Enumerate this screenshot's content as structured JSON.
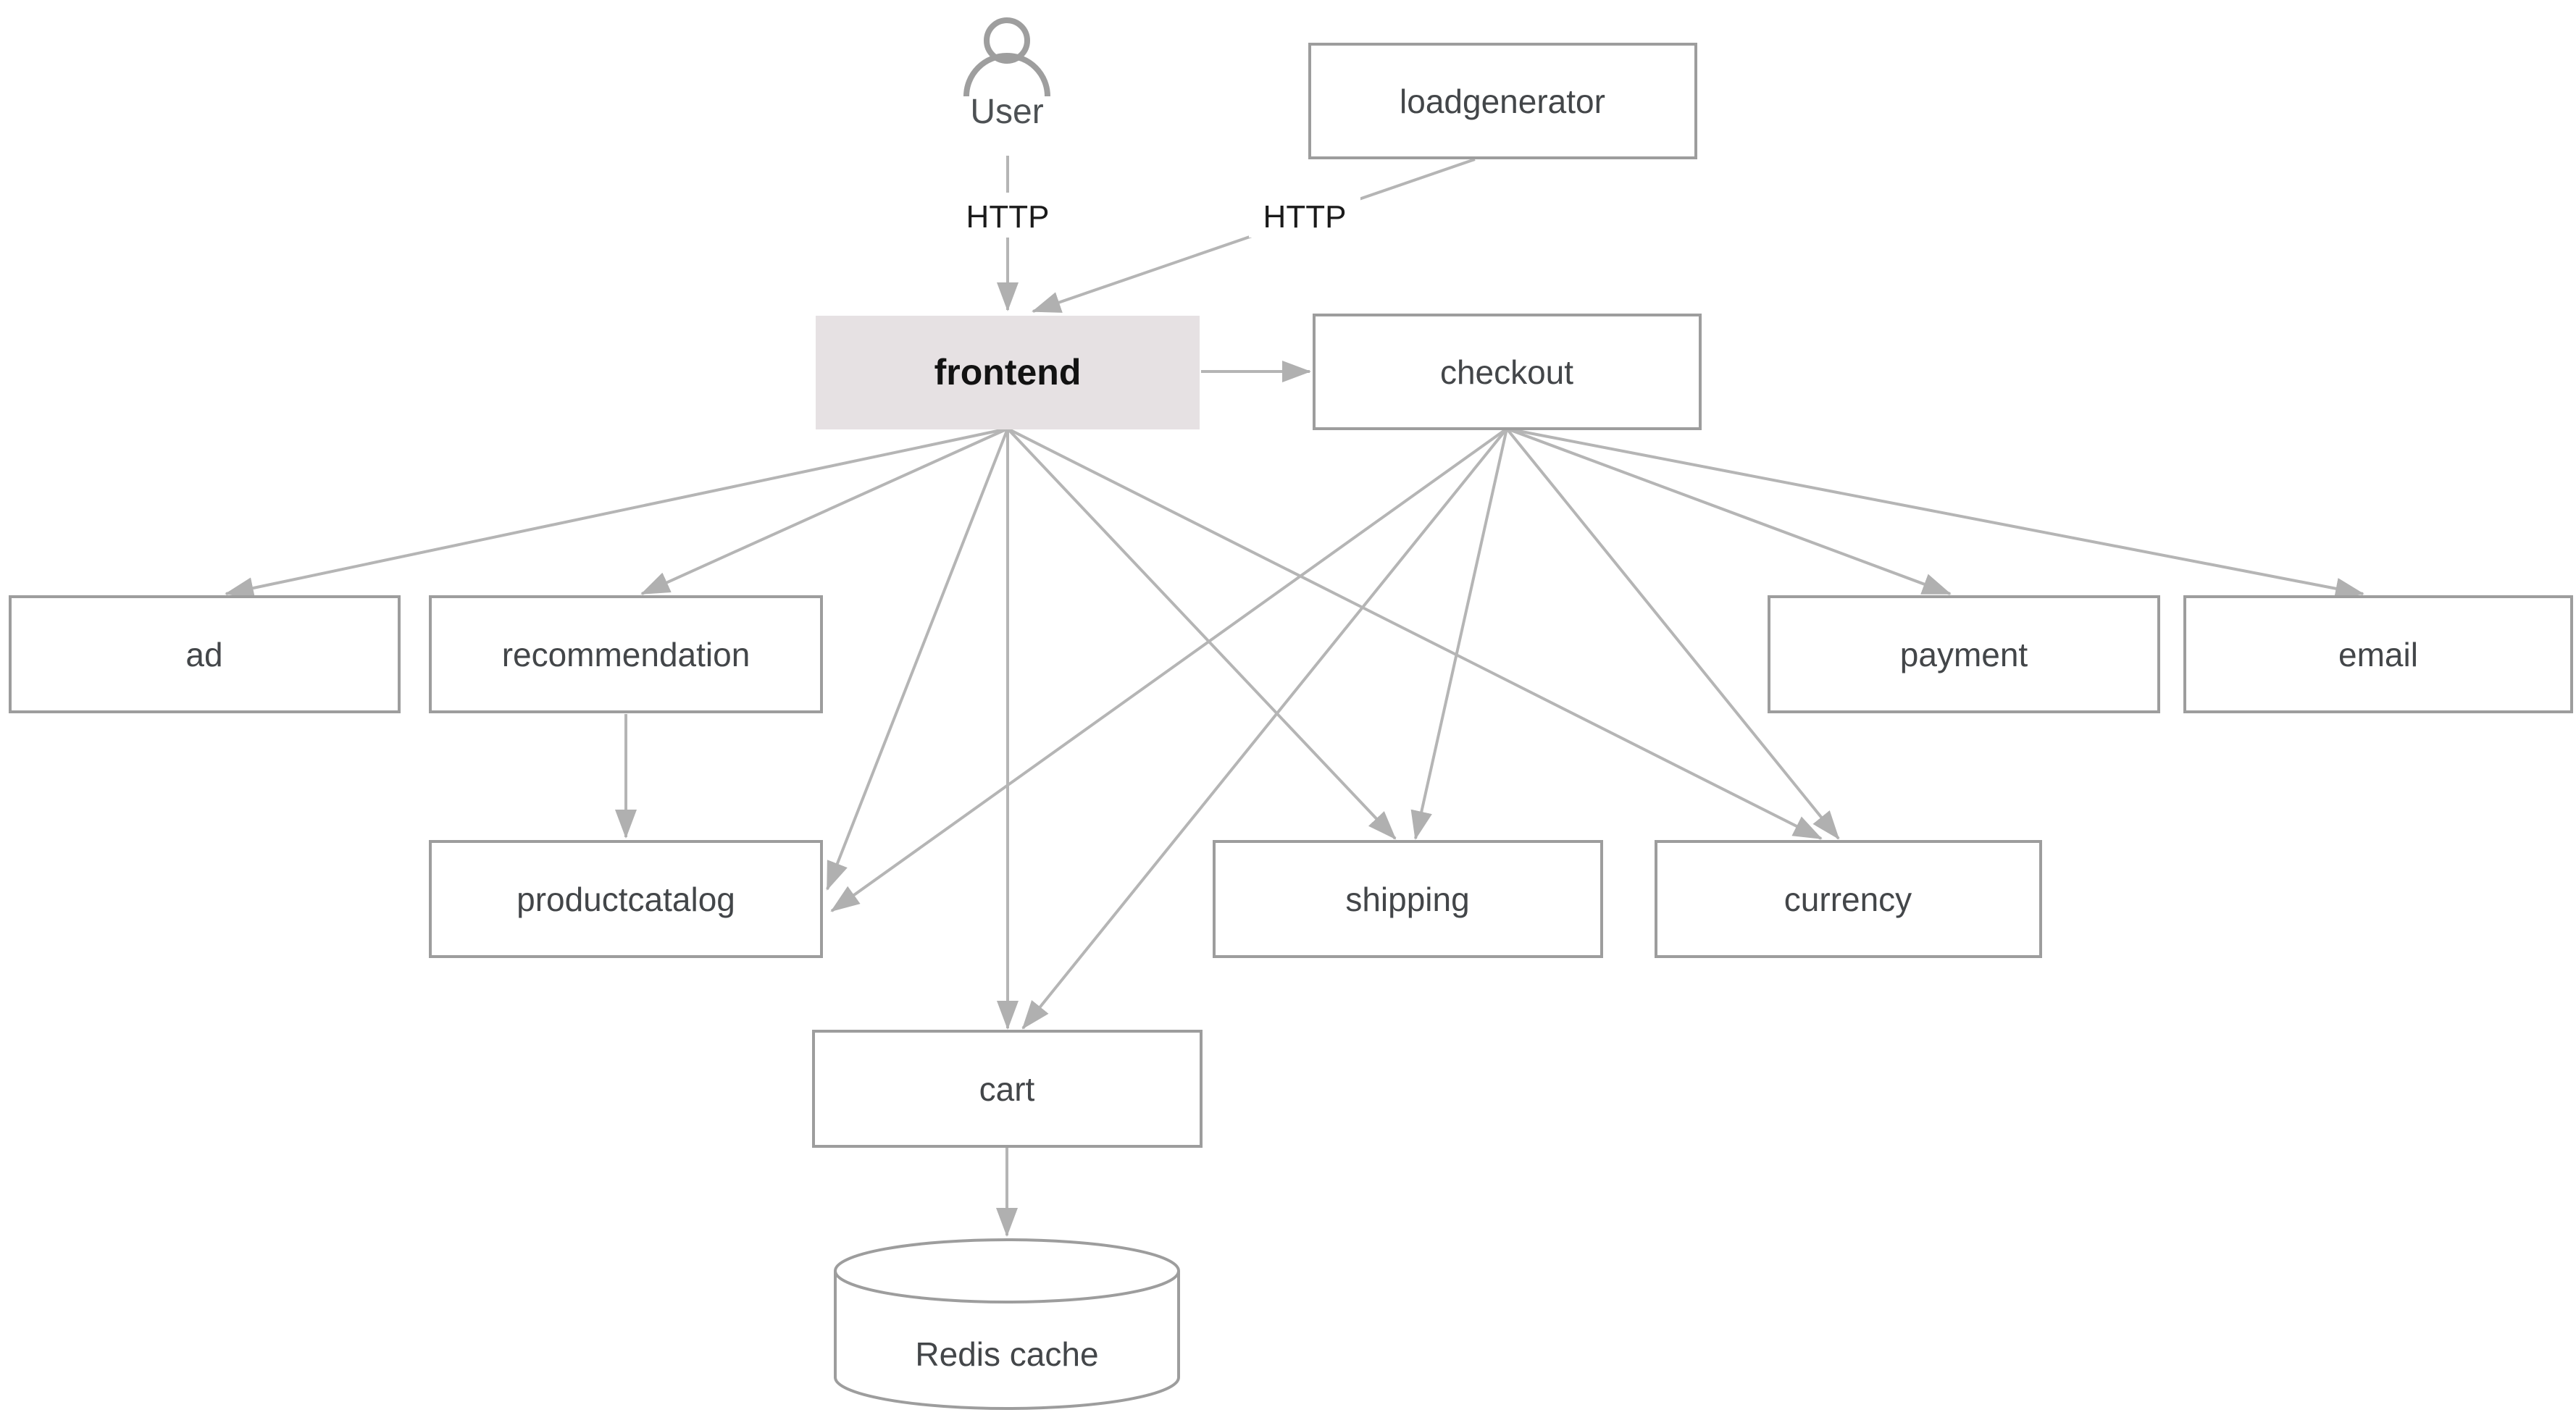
{
  "diagram": {
    "background_color": "#ffffff",
    "node_border_color": "#9d9d9d",
    "edge_color": "#b5b5b5",
    "highlight_fill_color": "#e6e1e3",
    "node_text_color": "#434649",
    "actor": {
      "label": "User",
      "icon": "person-icon"
    },
    "nodes": {
      "loadgenerator": {
        "label": "loadgenerator",
        "shape": "rect"
      },
      "frontend": {
        "label": "frontend",
        "shape": "rect",
        "highlighted": true
      },
      "checkout": {
        "label": "checkout",
        "shape": "rect"
      },
      "ad": {
        "label": "ad",
        "shape": "rect"
      },
      "recommendation": {
        "label": "recommendation",
        "shape": "rect"
      },
      "payment": {
        "label": "payment",
        "shape": "rect"
      },
      "email": {
        "label": "email",
        "shape": "rect"
      },
      "productcatalog": {
        "label": "productcatalog",
        "shape": "rect"
      },
      "shipping": {
        "label": "shipping",
        "shape": "rect"
      },
      "currency": {
        "label": "currency",
        "shape": "rect"
      },
      "cart": {
        "label": "cart",
        "shape": "rect"
      },
      "redis": {
        "label": "Redis cache",
        "shape": "cylinder"
      }
    },
    "edges": [
      {
        "from": "User",
        "to": "frontend",
        "label": "HTTP"
      },
      {
        "from": "loadgenerator",
        "to": "frontend",
        "label": "HTTP"
      },
      {
        "from": "frontend",
        "to": "checkout",
        "label": ""
      },
      {
        "from": "frontend",
        "to": "ad",
        "label": ""
      },
      {
        "from": "frontend",
        "to": "recommendation",
        "label": ""
      },
      {
        "from": "frontend",
        "to": "productcatalog",
        "label": ""
      },
      {
        "from": "frontend",
        "to": "cart",
        "label": ""
      },
      {
        "from": "frontend",
        "to": "shipping",
        "label": ""
      },
      {
        "from": "frontend",
        "to": "currency",
        "label": ""
      },
      {
        "from": "checkout",
        "to": "productcatalog",
        "label": ""
      },
      {
        "from": "checkout",
        "to": "cart",
        "label": ""
      },
      {
        "from": "checkout",
        "to": "shipping",
        "label": ""
      },
      {
        "from": "checkout",
        "to": "currency",
        "label": ""
      },
      {
        "from": "checkout",
        "to": "payment",
        "label": ""
      },
      {
        "from": "checkout",
        "to": "email",
        "label": ""
      },
      {
        "from": "recommendation",
        "to": "productcatalog",
        "label": ""
      },
      {
        "from": "cart",
        "to": "redis",
        "label": ""
      }
    ]
  }
}
